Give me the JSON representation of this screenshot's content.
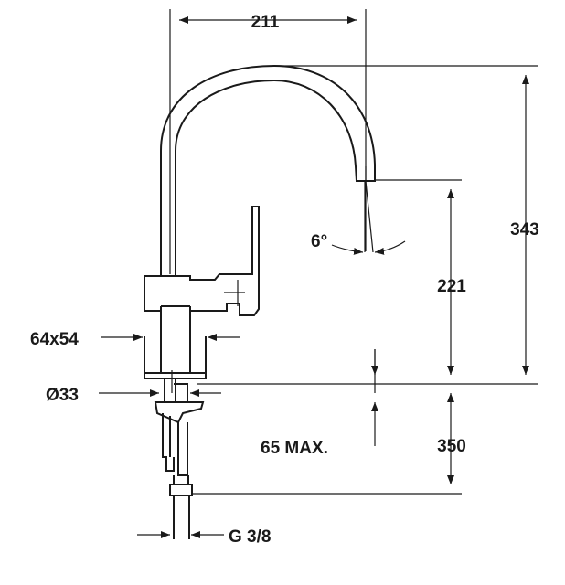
{
  "title": "Kitchen faucet technical dimension drawing",
  "dimensions": {
    "spout_reach": "211",
    "total_height": "343",
    "spout_height": "221",
    "hose_length": "350",
    "base_size": "64x54",
    "hole_diameter": "Ø33",
    "max_thickness": "65 MAX.",
    "connection": "G 3/8",
    "swivel_angle": "6°"
  },
  "colors": {
    "line": "#1a1a1a",
    "background": "#ffffff"
  }
}
